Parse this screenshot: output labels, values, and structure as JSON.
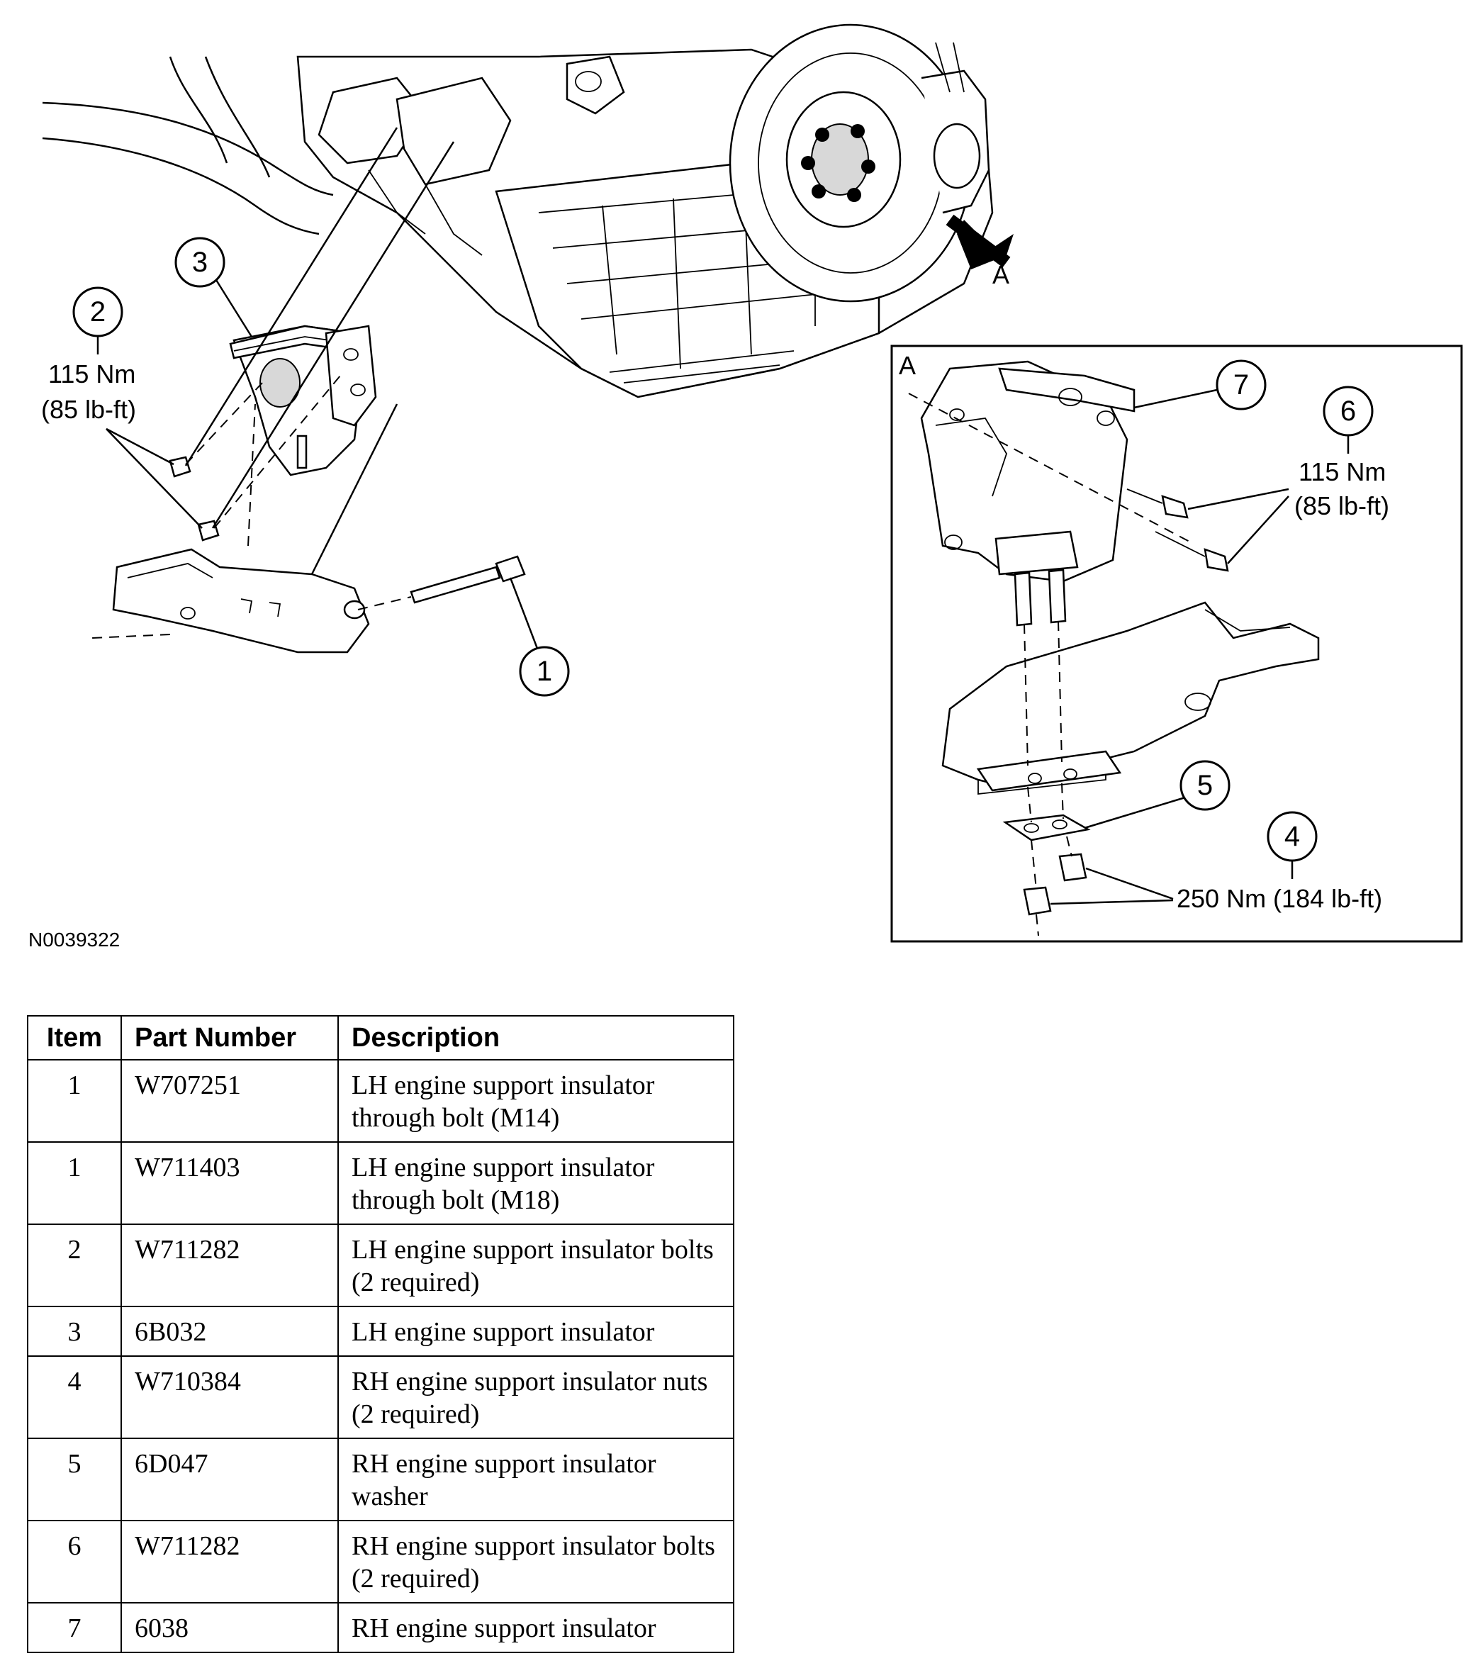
{
  "figure": {
    "id": "N0039322",
    "view_label": "A",
    "callouts": [
      {
        "num": "1"
      },
      {
        "num": "2"
      },
      {
        "num": "3"
      },
      {
        "num": "4"
      },
      {
        "num": "5"
      },
      {
        "num": "6"
      },
      {
        "num": "7"
      }
    ],
    "torques": {
      "item2_nm": "115 Nm",
      "item2_lbft": "(85 lb-ft)",
      "item6_nm": "115 Nm",
      "item6_lbft": "(85 lb-ft)",
      "item4": "250 Nm (184 lb-ft)"
    }
  },
  "table": {
    "headers": [
      "Item",
      "Part Number",
      "Description"
    ],
    "rows": [
      {
        "item": "1",
        "part_number": "W707251",
        "description": "LH engine support insulator through bolt (M14)"
      },
      {
        "item": "1",
        "part_number": "W711403",
        "description": "LH engine support insulator through bolt (M18)"
      },
      {
        "item": "2",
        "part_number": "W711282",
        "description": "LH engine support insulator bolts (2 required)"
      },
      {
        "item": "3",
        "part_number": "6B032",
        "description": "LH engine support insulator"
      },
      {
        "item": "4",
        "part_number": "W710384",
        "description": "RH engine support insulator nuts (2 required)"
      },
      {
        "item": "5",
        "part_number": "6D047",
        "description": "RH engine support insulator washer"
      },
      {
        "item": "6",
        "part_number": "W711282",
        "description": "RH engine support insulator bolts (2 required)"
      },
      {
        "item": "7",
        "part_number": "6038",
        "description": "RH engine support insulator"
      }
    ]
  }
}
